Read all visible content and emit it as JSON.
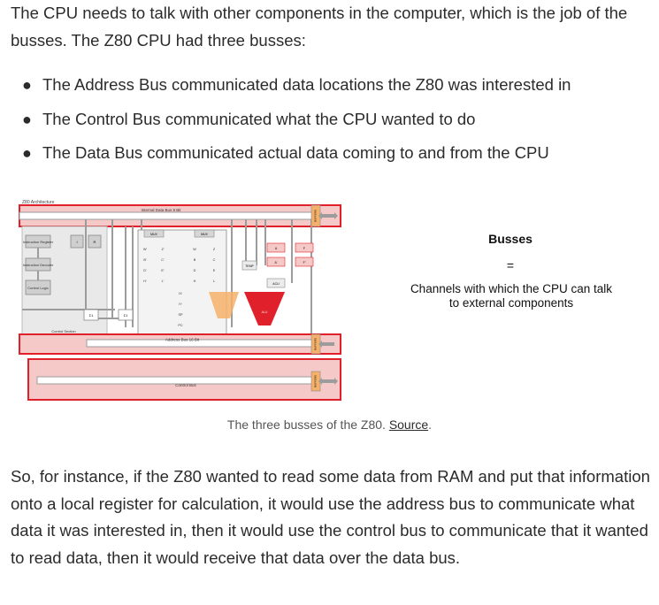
{
  "intro": "The CPU needs to talk with other components in the computer, which is the job of the busses. The Z80 CPU had three busses:",
  "bullets": [
    "The Address Bus communicated data locations the Z80 was interested in",
    "The Control Bus communicated what the CPU wanted to do",
    "The Data Bus communicated actual data coming to and from the CPU"
  ],
  "diagram": {
    "title": "Z80 Architecture",
    "internal_data_bus": "Internal Data Bus 8 Bit",
    "address_bus": "Address Bus 16 Bit",
    "control_bus": "Control Bus",
    "control_section": "Control Section",
    "buffers": "BUFFERS",
    "instruction_register": "Instruction Register",
    "instruction_decoder": "Instruction Decoder",
    "control_logic": "Control Logic",
    "mux": "MUX",
    "temp": "TEMP",
    "acu": "ACU",
    "alu": "ALU",
    "reg_i": "I",
    "reg_r": "R",
    "reg_a": "A",
    "reg_f": "F",
    "reg_a2": "A'",
    "reg_f2": "F'",
    "reg_ix": "IX",
    "reg_iy": "IY",
    "reg_sp": "SP",
    "reg_pc": "PC",
    "reg_rows": [
      [
        "W'",
        "Z'",
        "W",
        "Z"
      ],
      [
        "B'",
        "C'",
        "B",
        "C"
      ],
      [
        "D'",
        "E'",
        "D",
        "E"
      ],
      [
        "H'",
        "L'",
        "H",
        "L"
      ]
    ],
    "t1": "Σ1",
    "t2": "Σ1"
  },
  "sidebar": {
    "heading": "Busses",
    "equals": "=",
    "desc_line1": "Channels with which the CPU can talk",
    "desc_line2": "to external components"
  },
  "caption": {
    "text": "The three busses of the Z80.",
    "link": "Source",
    "end": "."
  },
  "outro": "So, for instance, if the Z80 wanted to read some data from RAM and put that information onto a local register for calculation, it would use the address bus to communicate what data it was interested in, then it would use the control bus to communicate that it wanted to read data, then it would receive that data over the data bus.",
  "colors": {
    "red": "#e0202a",
    "pink": "#f6c9c9",
    "orange": "#f5b06a",
    "gray": "#9c9c9c"
  }
}
